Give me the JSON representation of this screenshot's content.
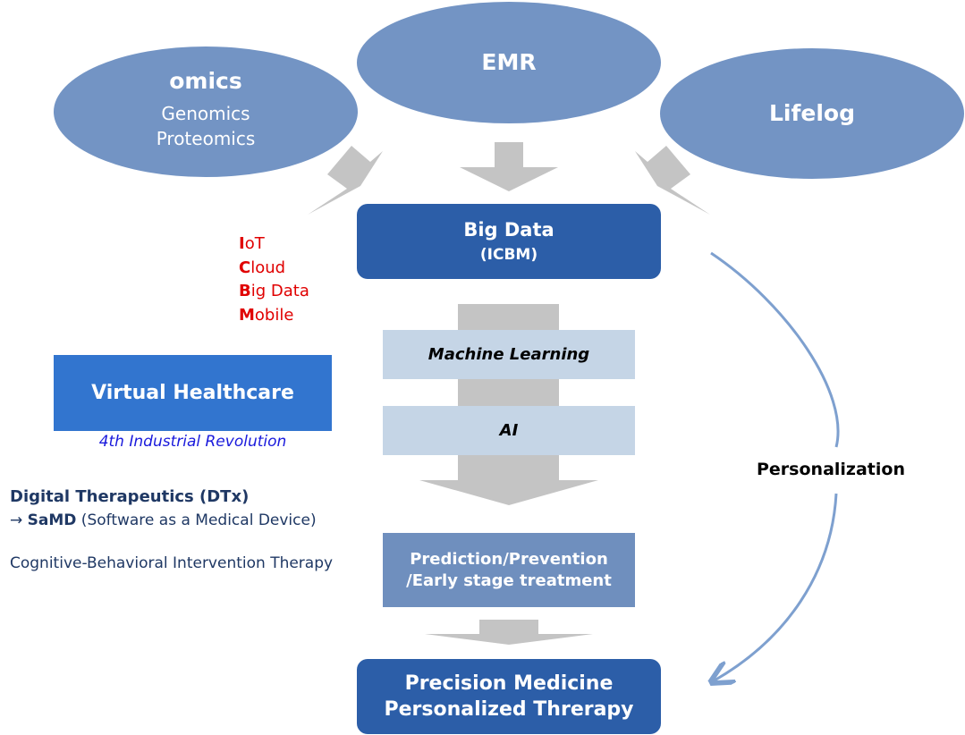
{
  "sources": {
    "omics": {
      "title": "omics",
      "lines": [
        "Genomics",
        "Proteomics"
      ]
    },
    "emr": {
      "title": "EMR"
    },
    "lifelog": {
      "title": "Lifelog"
    }
  },
  "big_data": {
    "title": "Big Data",
    "subtitle": "(ICBM)"
  },
  "icbm_list": [
    {
      "initial": "I",
      "rest": "oT"
    },
    {
      "initial": "C",
      "rest": "loud"
    },
    {
      "initial": "B",
      "rest": "ig Data"
    },
    {
      "initial": "M",
      "rest": "obile"
    }
  ],
  "virtual_healthcare": {
    "title": "Virtual Healthcare",
    "caption": "4th Industrial Revolution"
  },
  "dtx": {
    "title": "Digital Therapeutics (DTx)",
    "arrow": "→",
    "samd_bold": "SaMD",
    "samd_rest": " (Software as a Medical Device)",
    "therapy": "Cognitive-Behavioral Intervention Therapy"
  },
  "pipeline": {
    "machine_learning": "Machine Learning",
    "ai": "AI",
    "prediction_line1": "Prediction/Prevention",
    "prediction_line2": "/Early stage treatment"
  },
  "outcome": {
    "line1": "Precision Medicine",
    "line2": "Personalized Threrapy"
  },
  "personalization": "Personalization",
  "colors": {
    "ellipse": "#7394c4",
    "dark_box": "#2c5ea8",
    "light_box": "#c5d5e6",
    "mid_box": "#6f8fbe",
    "virtual_box": "#3275cf",
    "arrow_gray": "#c4c4c4",
    "curve": "#7ea0cf",
    "icbm_red": "#e00000",
    "dtx_navy": "#1f3864",
    "caption_blue": "#1a1adc"
  }
}
